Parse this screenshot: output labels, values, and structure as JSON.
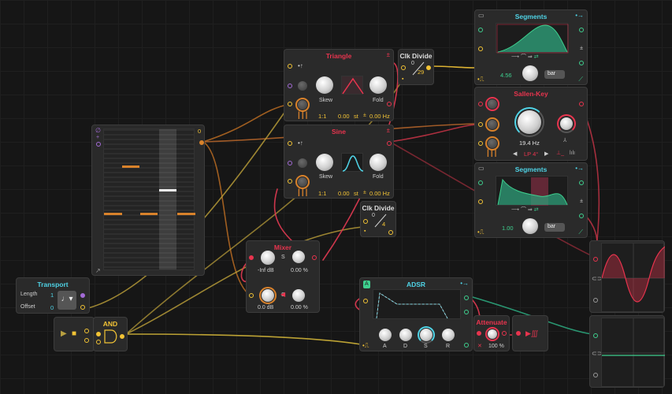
{
  "colors": {
    "background": "#161616",
    "module": "#2a2a2a",
    "yellow": "#f2c335",
    "red": "#e8344e",
    "cyan": "#4fd3e6",
    "green": "#3ecf8e",
    "orange": "#d9822b"
  },
  "triangle": {
    "title": "Triangle",
    "skew_label": "Skew",
    "fold_label": "Fold",
    "ratio": "1:1",
    "semitones": "0.00",
    "semi_unit": "st",
    "hz": "0.00 Hz"
  },
  "sine": {
    "title": "Sine",
    "skew_label": "Skew",
    "fold_label": "Fold",
    "ratio": "1:1",
    "semitones": "0.00",
    "semi_unit": "st",
    "hz": "0.00 Hz"
  },
  "clk_divide_top": {
    "title": "Clk Divide",
    "count": "0",
    "divisor": "29"
  },
  "clk_divide_mid": {
    "title": "Clk Divide",
    "count": "0",
    "divisor": "4"
  },
  "segments_top": {
    "title": "Segments",
    "value": "4.56",
    "mode": "bar"
  },
  "segments_mid": {
    "title": "Segments",
    "value": "1.00",
    "mode": "bar"
  },
  "sallen_key": {
    "title": "Sallen-Key",
    "freq": "19.4 Hz",
    "filter_type": "LP 4°"
  },
  "sequencer": {
    "step_value": "0"
  },
  "mixer": {
    "title": "Mixer",
    "ch1_level": "-Inf dB",
    "ch1_send": "0.00 %",
    "ch2_level": "0.0 dB",
    "ch2_send": "0.00 %",
    "send_label": "S"
  },
  "transport": {
    "title": "Transport",
    "length_label": "Length",
    "length_value": "1",
    "offset_label": "Offset",
    "offset_value": "0"
  },
  "and_gate": {
    "title": "AND"
  },
  "adsr": {
    "title": "ADSR",
    "a": "A",
    "d": "D",
    "s": "S",
    "r": "R"
  },
  "attenuate": {
    "title": "Attenuate",
    "value": "100 %"
  },
  "icons": [
    "folder-icon",
    "arrow-right-icon",
    "play-icon",
    "stop-icon",
    "note-icon",
    "gate-icon",
    "piano-icon",
    "x-icon"
  ]
}
